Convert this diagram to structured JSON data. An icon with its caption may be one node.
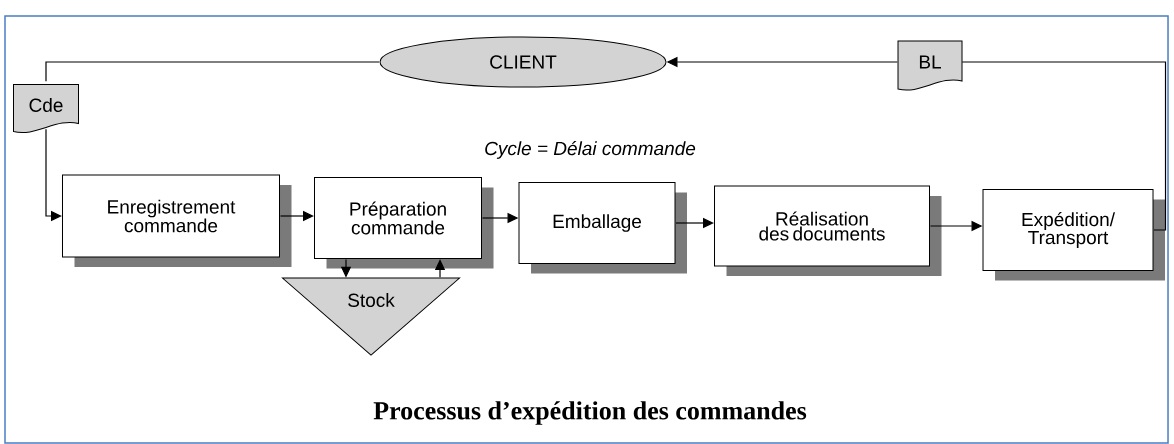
{
  "diagram": {
    "caption": "Processus d’expédition des commandes",
    "nodes": [
      {
        "text": [
          "CLIENT"
        ]
      },
      {
        "text": [
          "Cde"
        ]
      },
      {
        "text": [
          "BL"
        ]
      },
      {
        "text": [
          "Enregistrement commande"
        ]
      },
      {
        "text": [
          "Préparation commande"
        ]
      },
      {
        "text": [
          "Emballage"
        ]
      },
      {
        "text": [
          "Réalisation des documents"
        ]
      },
      {
        "text": [
          "Expédition/ Transport"
        ]
      },
      {
        "text": [
          "Stock"
        ]
      }
    ],
    "edges": [
      {
        "from": 0,
        "to": 1,
        "arrow": "none"
      },
      {
        "from": 1,
        "to": 3,
        "arrow": "to"
      },
      {
        "from": 3,
        "to": 4,
        "arrow": "to"
      },
      {
        "from": 4,
        "to": 5,
        "arrow": "to"
      },
      {
        "from": 5,
        "to": 6,
        "arrow": "to"
      },
      {
        "from": 6,
        "to": 7,
        "arrow": "to"
      },
      {
        "from": 4,
        "to": 8,
        "arrow": "to"
      },
      {
        "from": 8,
        "to": 4,
        "arrow": "to"
      },
      {
        "from": 7,
        "to": 2,
        "arrow": "none"
      },
      {
        "from": 2,
        "to": 0,
        "arrow": "to"
      }
    ],
    "labels": [
      "Cycle = Délai commande"
    ]
  }
}
